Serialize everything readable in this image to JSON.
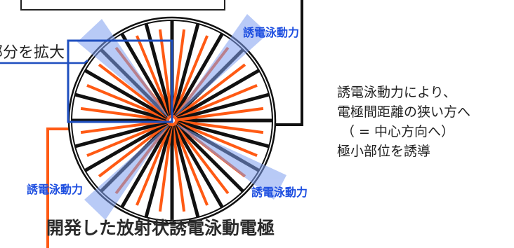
{
  "zoom_label": "部分を拡大",
  "dep_labels": {
    "top_right": "誘電泳動力",
    "bottom_left": "誘電泳動力",
    "bottom_right": "誘電泳動力"
  },
  "description": {
    "line1": "誘電泳動力により、",
    "line2": "電極間距離の狭い方へ",
    "line3": "（ = 中心方向へ）",
    "line4": "極小部位を誘導"
  },
  "caption": "開発した放射状誘電泳動電極",
  "colors": {
    "black_electrode": "#111111",
    "orange_electrode": "#ff5a14",
    "arrow_fill": "#7f9ff0",
    "zoom_box": "#1f4fbf",
    "force_label": "#1d4ee0"
  }
}
